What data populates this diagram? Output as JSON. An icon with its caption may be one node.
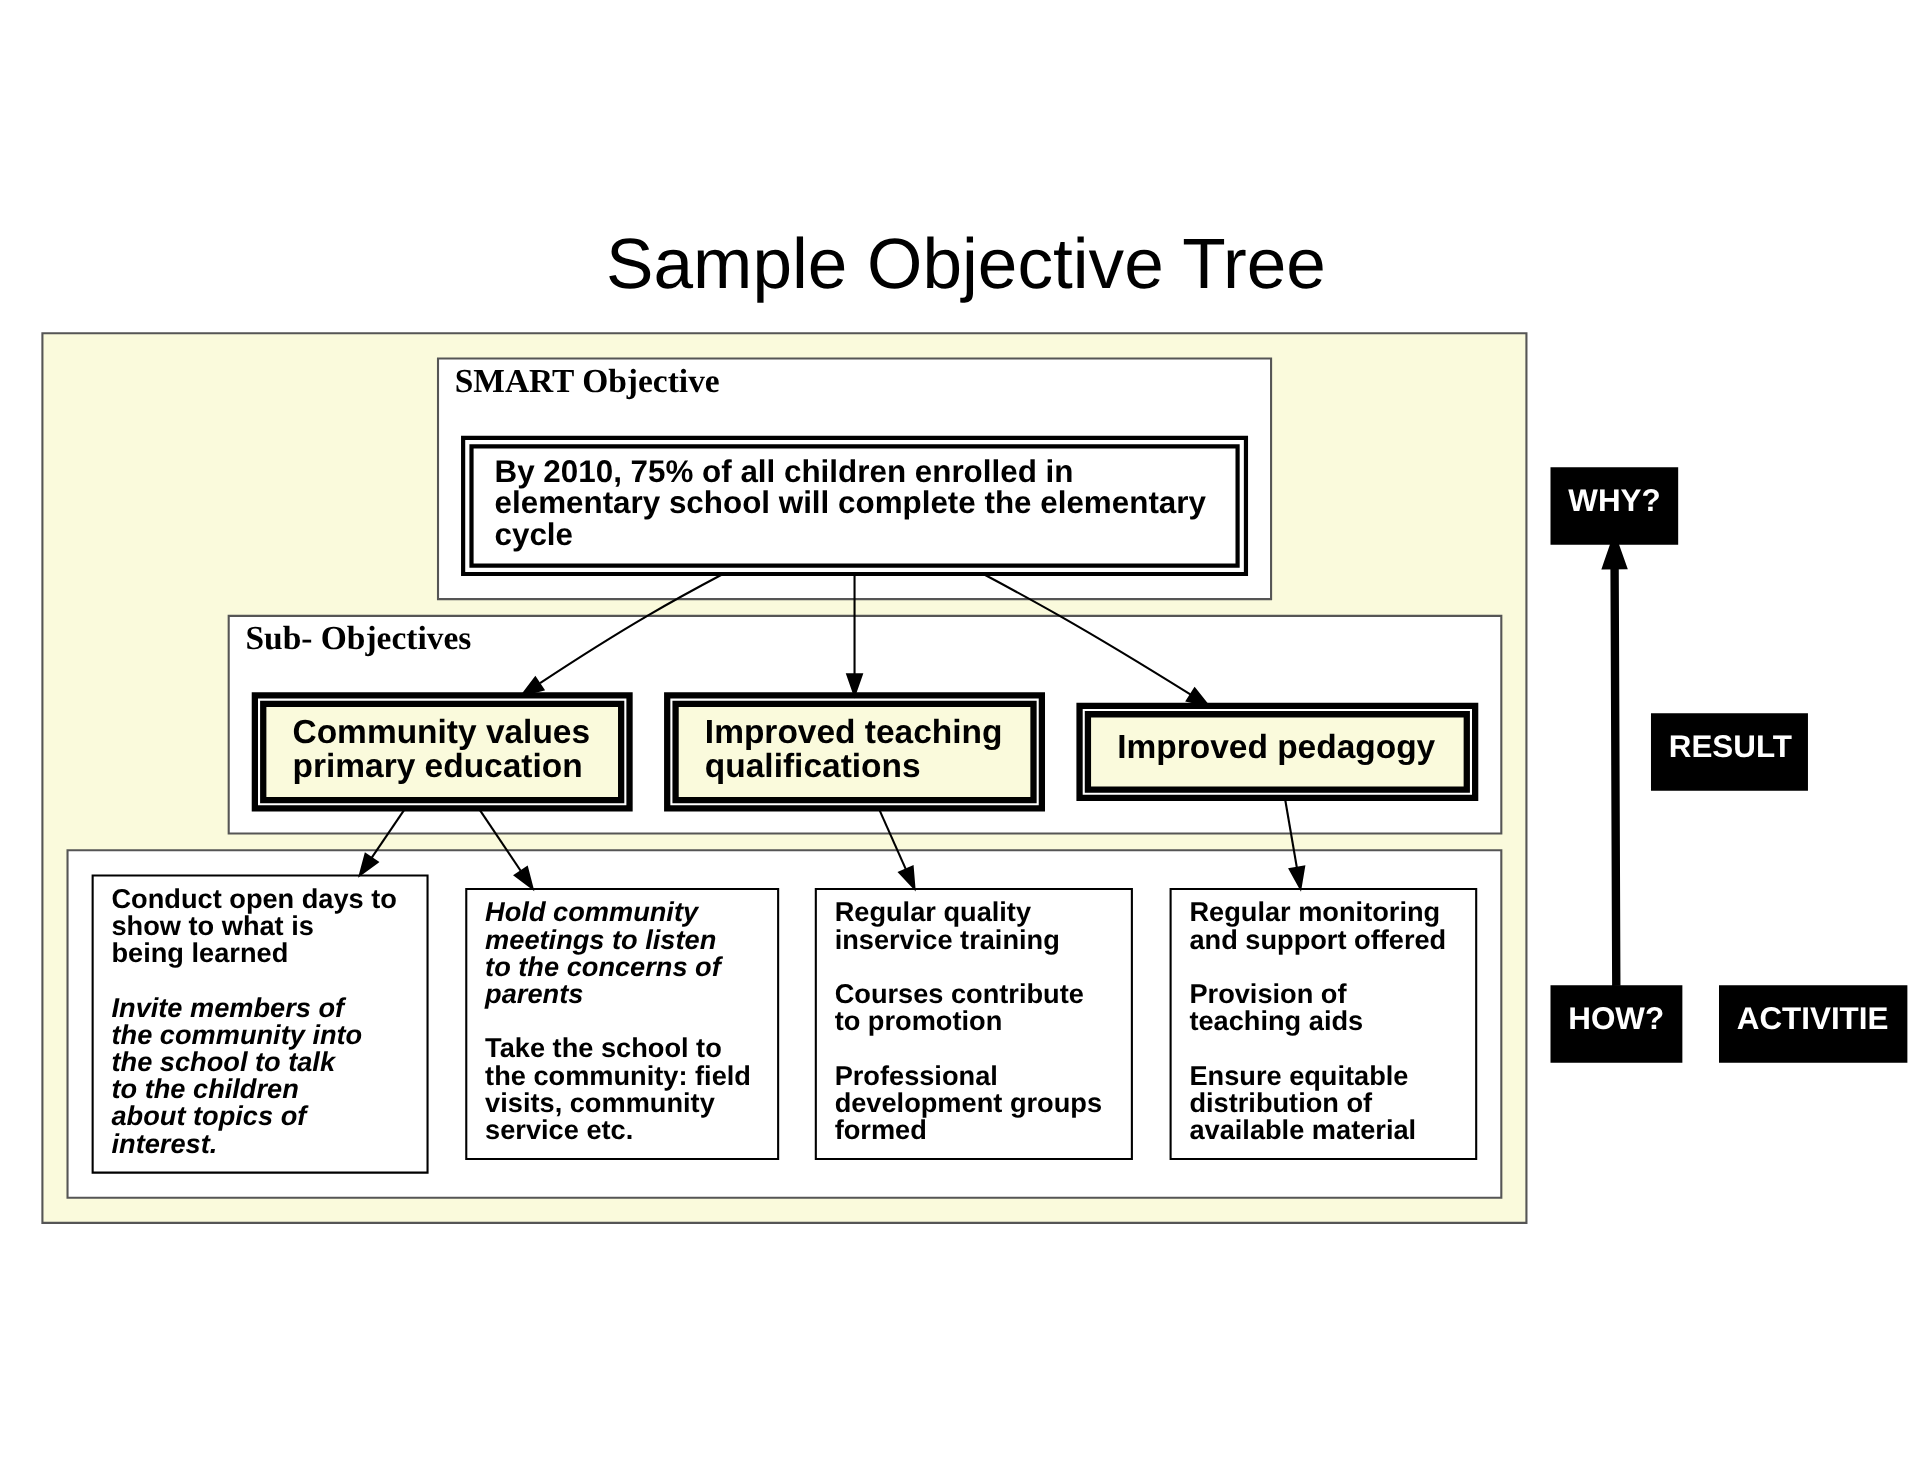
{
  "diagram": {
    "title": "Sample Objective Tree",
    "nodes": [
      {
        "text": [],
        "shape": "box"
      },
      {
        "text": [
          "SMART Objective"
        ],
        "in": 0
      },
      {
        "text": [
          "By 2010, 75% of all children enrolled in elementary school will complete the elementary cycle"
        ],
        "in": 1
      },
      {
        "text": [
          "Sub- Objectives"
        ],
        "in": 0
      },
      {
        "text": [
          "Community values primary education"
        ],
        "in": 3
      },
      {
        "text": [
          "Improved teaching qualifications"
        ],
        "in": 3
      },
      {
        "text": [
          "Improved pedagogy"
        ],
        "in": 3
      },
      {
        "text": [],
        "shape": "box",
        "in": 0
      },
      {
        "text": [
          "Conduct open days to show to what is being learned",
          "*Invite members of the community into the school to talk to the children about topics of interest.*"
        ],
        "in": 7
      },
      {
        "text": [
          "*Hold community meetings to listen to the concerns of parents*",
          "Take the school to the community: field visits, community service etc."
        ],
        "in": 7
      },
      {
        "text": [
          "Regular quality inservice training",
          "Courses contribute to promotion",
          "Professional development groups formed"
        ],
        "in": 7
      },
      {
        "text": [
          "Regular monitoring and support offered",
          "Provision of teaching aids",
          "Ensure equitable distribution of available material"
        ],
        "in": 7
      },
      {
        "text": [
          "WHY?"
        ]
      },
      {
        "text": [
          "HOW?"
        ]
      },
      {
        "text": [
          "RESULT"
        ]
      },
      {
        "text": [
          "ACTIVITIE"
        ]
      }
    ],
    "edges": [
      {
        "from": 2,
        "to": 4,
        "arrow": "to"
      },
      {
        "from": 2,
        "to": 5,
        "arrow": "to"
      },
      {
        "from": 2,
        "to": 6,
        "arrow": "to"
      },
      {
        "from": 4,
        "to": 8,
        "arrow": "to"
      },
      {
        "from": 4,
        "to": 9,
        "arrow": "to"
      },
      {
        "from": 5,
        "to": 10,
        "arrow": "to"
      },
      {
        "from": 6,
        "to": 11,
        "arrow": "to"
      },
      {
        "from": 13,
        "to": 12,
        "arrow": "to",
        "style": "thick"
      }
    ]
  }
}
